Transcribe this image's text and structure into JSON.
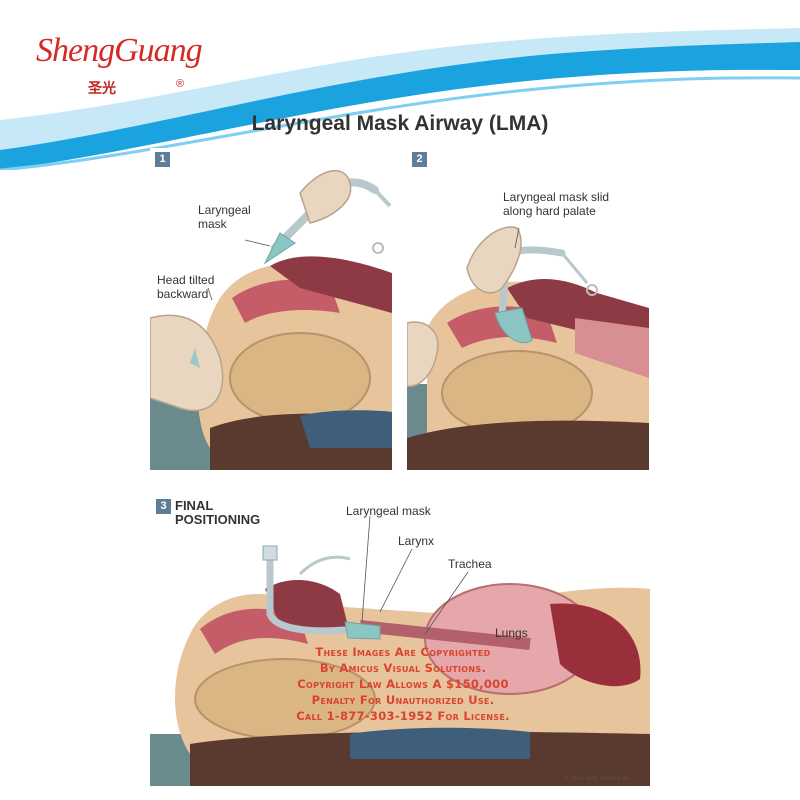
{
  "logo": {
    "text": "ShengGuang",
    "chinese": "圣光",
    "registered": "®"
  },
  "title": "Laryngeal Mask Airway (LMA)",
  "panels": [
    {
      "number": "1",
      "labels": {
        "mask": "Laryngeal\nmask",
        "head": "Head tilted\nbackward"
      }
    },
    {
      "number": "2",
      "labels": {
        "slid": "Laryngeal mask slid\nalong hard palate"
      }
    },
    {
      "number": "3",
      "heading": "FINAL\nPOSITIONING",
      "labels": {
        "mask": "Laryngeal mask",
        "larynx": "Larynx",
        "trachea": "Trachea",
        "lungs": "Lungs"
      }
    }
  ],
  "watermark": "These Images Are Copyrighted\nBy Amicus Visual Solutions.\nCopyright Law Allows A $150,000\nPenalty For Unauthorized Use.\nCall 1-877-303-1952 For License.",
  "copyright_note": "© 2011 AVS, Precise Inc.",
  "colors": {
    "brand_red": "#d52a26",
    "header_blue": "#1aa3df",
    "flesh": "#e7c49c",
    "hand": "#e8d6c0",
    "tissue": "#c45d68",
    "mask_teal": "#8cc6c2",
    "table_slate": "#6a8a8e"
  }
}
